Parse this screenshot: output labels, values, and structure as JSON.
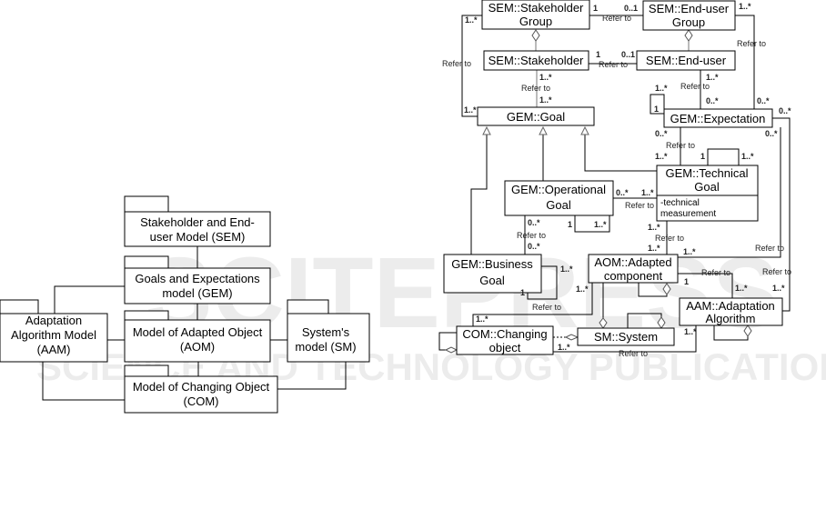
{
  "watermark": {
    "brand": "SCITEPRESS",
    "tagline": "SCIENCE AND TECHNOLOGY PUBLICATIONS"
  },
  "overview": {
    "sem": [
      "Stakeholder and End-",
      "user Model (SEM)"
    ],
    "gem": [
      "Goals and Expectations",
      "model (GEM)"
    ],
    "aam": [
      "Adaptation",
      "Algorithm Model",
      "(AAM)"
    ],
    "aom": [
      "Model of Adapted Object",
      "(AOM)"
    ],
    "sm": [
      "System's",
      "model (SM)"
    ],
    "com": [
      "Model of Changing Object",
      "(COM)"
    ]
  },
  "classes": {
    "stakeholder_group": [
      "SEM::Stakeholder",
      "Group"
    ],
    "enduser_group": [
      "SEM::End-user",
      "Group"
    ],
    "stakeholder": "SEM::Stakeholder",
    "enduser": "SEM::End-user",
    "goal": "GEM::Goal",
    "expectation": "GEM::Expectation",
    "technical_goal": [
      "GEM::Technical",
      "Goal"
    ],
    "technical_goal_attr": [
      "-technical",
      "measurement"
    ],
    "operational_goal": [
      "GEM::Operational",
      "Goal"
    ],
    "business_goal": [
      "GEM::Business",
      "Goal"
    ],
    "adapted_component": [
      "AOM::Adapted",
      "component"
    ],
    "adaptation_algorithm": [
      "AAM::Adaptation",
      "Algorithm"
    ],
    "system": "SM::System",
    "changing_object": [
      "COM::Changing",
      "object"
    ]
  },
  "assoc_label": "Refer to",
  "mult": {
    "one": "1",
    "zero_one": "0..1",
    "one_many": "1..*",
    "zero_many": "0..*"
  }
}
